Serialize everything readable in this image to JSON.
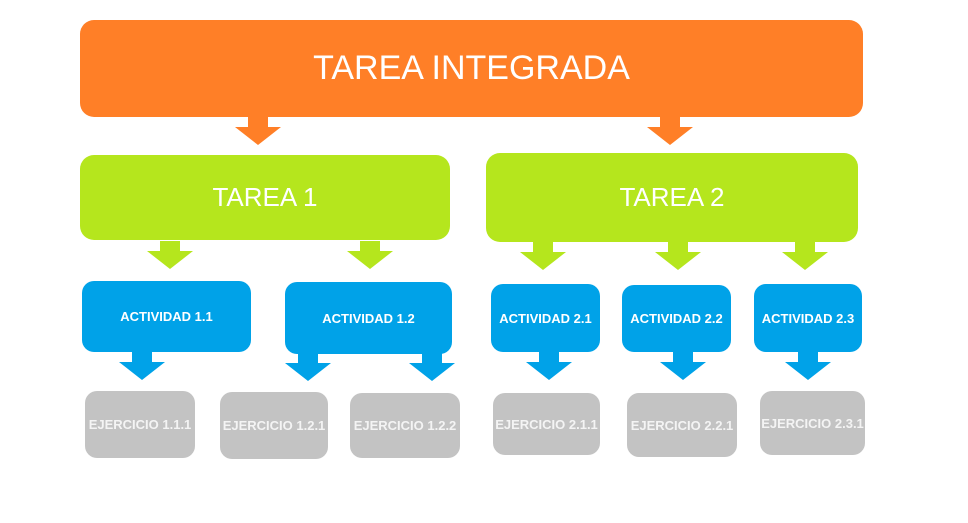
{
  "colors": {
    "level1": "#FF7F27",
    "level2": "#B5E61D",
    "level3": "#00A2E8",
    "level4": "#C3C3C3"
  },
  "root": {
    "label": "TAREA INTEGRADA"
  },
  "tareas": [
    {
      "label": "TAREA 1"
    },
    {
      "label": "TAREA 2"
    }
  ],
  "actividades": [
    {
      "label": "ACTIVIDAD 1.1"
    },
    {
      "label": "ACTIVIDAD 1.2"
    },
    {
      "label": "ACTIVIDAD 2.1"
    },
    {
      "label": "ACTIVIDAD 2.2"
    },
    {
      "label": "ACTIVIDAD 2.3"
    }
  ],
  "ejercicios": [
    {
      "label": "EJERCICIO 1.1.1"
    },
    {
      "label": "EJERCICIO 1.2.1"
    },
    {
      "label": "EJERCICIO 1.2.2"
    },
    {
      "label": "EJERCICIO 2.1.1"
    },
    {
      "label": "EJERCICIO 2.2.1"
    },
    {
      "label": "EJERCICIO 2.3.1"
    }
  ]
}
